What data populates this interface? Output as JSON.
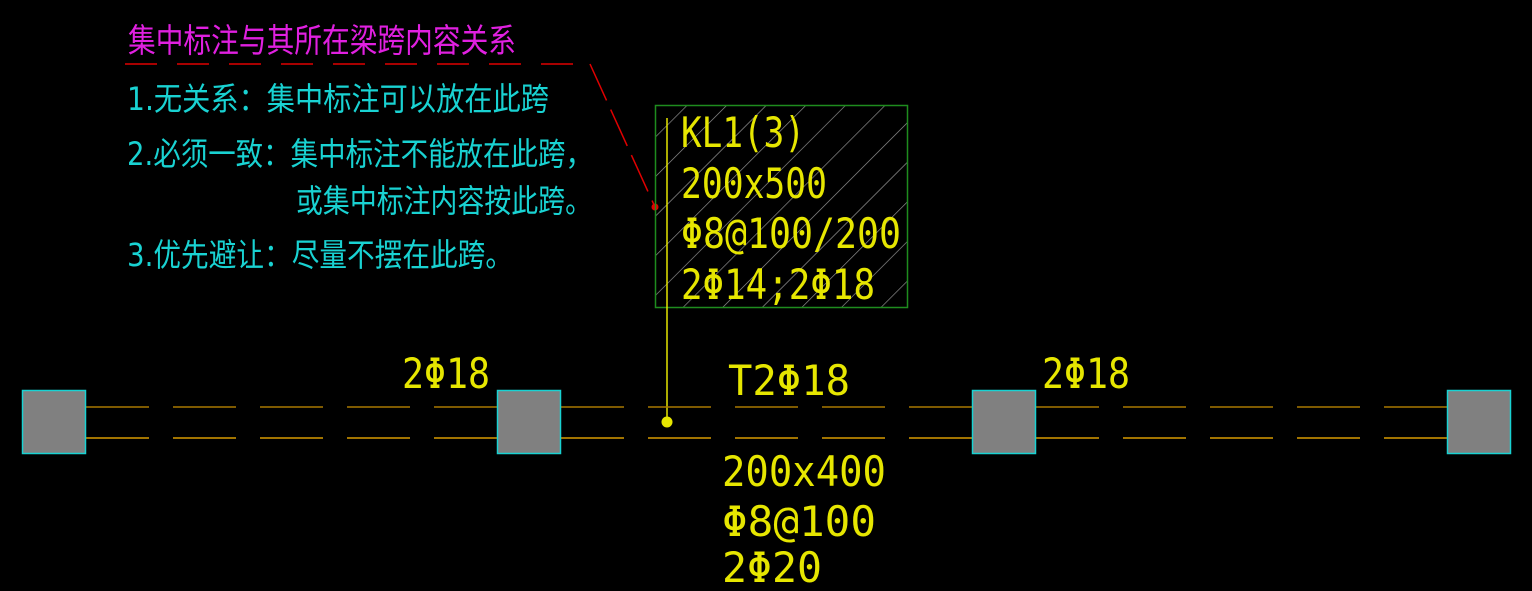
{
  "note": {
    "title": "集中标注与其所在梁跨内容关系",
    "lines": [
      "1.无关系：集中标注可以放在此跨",
      "2.必须一致：集中标注不能放在此跨，",
      "或集中标注内容按此跨。",
      "3.优先避让：尽量不摆在此跨。"
    ]
  },
  "centralized_annotation": {
    "lines": [
      "KL1(3)",
      "200x500",
      "Φ8@100/200",
      "2Φ14;2Φ18"
    ]
  },
  "span_annotations": {
    "span1_top": "2Φ18",
    "span2_top": "T2Φ18",
    "span3_top": "2Φ18",
    "span2_bottom": [
      "200x400",
      "Φ8@100",
      "2Φ20"
    ]
  },
  "colors": {
    "background": "#000000",
    "text_annotation": "#e6e600",
    "note_text": "#19d2d2",
    "title": "#e020e0",
    "leader": "#e00000",
    "column_fill": "#808080",
    "column_border": "#19d2d2",
    "beam_line": "#d89a00",
    "box_border": "#1e8c1e"
  }
}
